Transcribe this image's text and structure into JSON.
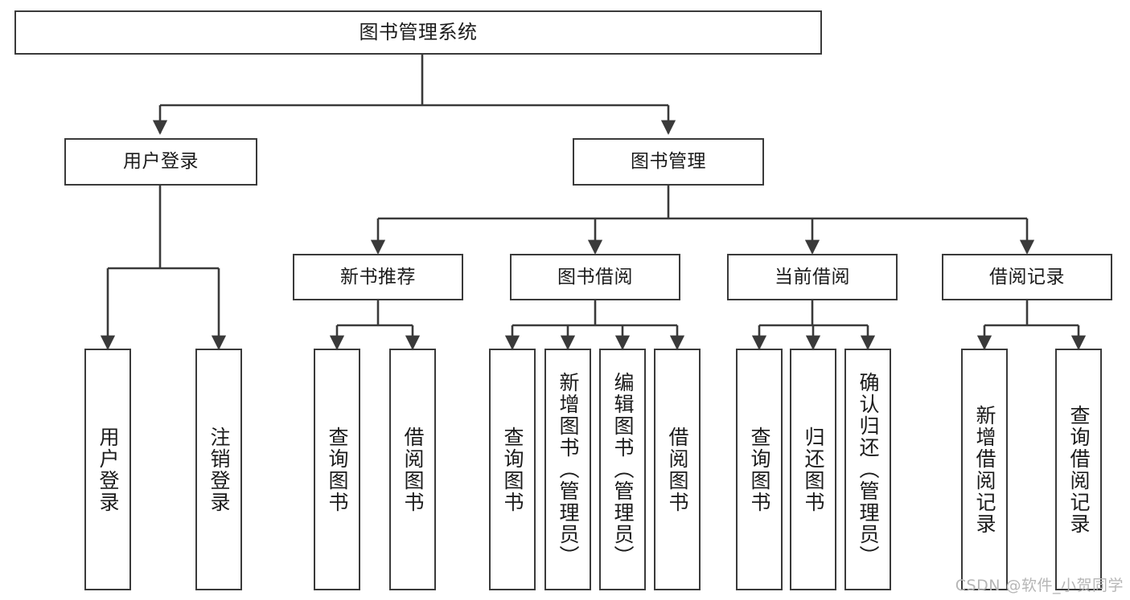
{
  "diagram": {
    "title": "图书管理系统",
    "type": "tree-hierarchy",
    "stroke_color": "#3a3a3a",
    "background_color": "#ffffff",
    "text_color": "#1b1b1b",
    "watermark": "CSDN @软件_小贺同学",
    "watermark_color": "#b6b6b6",
    "levels": {
      "root": {
        "label": "图书管理系统"
      },
      "level2": [
        {
          "id": "user-login",
          "label": "用户登录"
        },
        {
          "id": "book-manage",
          "label": "图书管理"
        }
      ],
      "level3": [
        {
          "id": "new-book-recommend",
          "label": "新书推荐",
          "parent": "book-manage"
        },
        {
          "id": "book-borrow",
          "label": "图书借阅",
          "parent": "book-manage"
        },
        {
          "id": "current-borrow",
          "label": "当前借阅",
          "parent": "book-manage"
        },
        {
          "id": "borrow-record",
          "label": "借阅记录",
          "parent": "book-manage"
        }
      ],
      "leaves": [
        {
          "id": "leaf-user-login",
          "label": "用户登录",
          "parent": "user-login"
        },
        {
          "id": "leaf-logout",
          "label": "注销登录",
          "parent": "user-login"
        },
        {
          "id": "leaf-query-book-1",
          "label": "查询图书",
          "parent": "new-book-recommend"
        },
        {
          "id": "leaf-borrow-book-1",
          "label": "借阅图书",
          "parent": "new-book-recommend"
        },
        {
          "id": "leaf-query-book-2",
          "label": "查询图书",
          "parent": "book-borrow"
        },
        {
          "id": "leaf-add-book",
          "label": "新增图书（管理员）",
          "parent": "book-borrow"
        },
        {
          "id": "leaf-edit-book",
          "label": "编辑图书（管理员）",
          "parent": "book-borrow"
        },
        {
          "id": "leaf-borrow-book-2",
          "label": "借阅图书",
          "parent": "book-borrow"
        },
        {
          "id": "leaf-query-book-3",
          "label": "查询图书",
          "parent": "current-borrow"
        },
        {
          "id": "leaf-return-book",
          "label": "归还图书",
          "parent": "current-borrow"
        },
        {
          "id": "leaf-confirm-return",
          "label": "确认归还（管理员）",
          "parent": "current-borrow"
        },
        {
          "id": "leaf-add-record",
          "label": "新增借阅记录",
          "parent": "borrow-record"
        },
        {
          "id": "leaf-query-record",
          "label": "查询借阅记录",
          "parent": "borrow-record"
        }
      ]
    }
  }
}
